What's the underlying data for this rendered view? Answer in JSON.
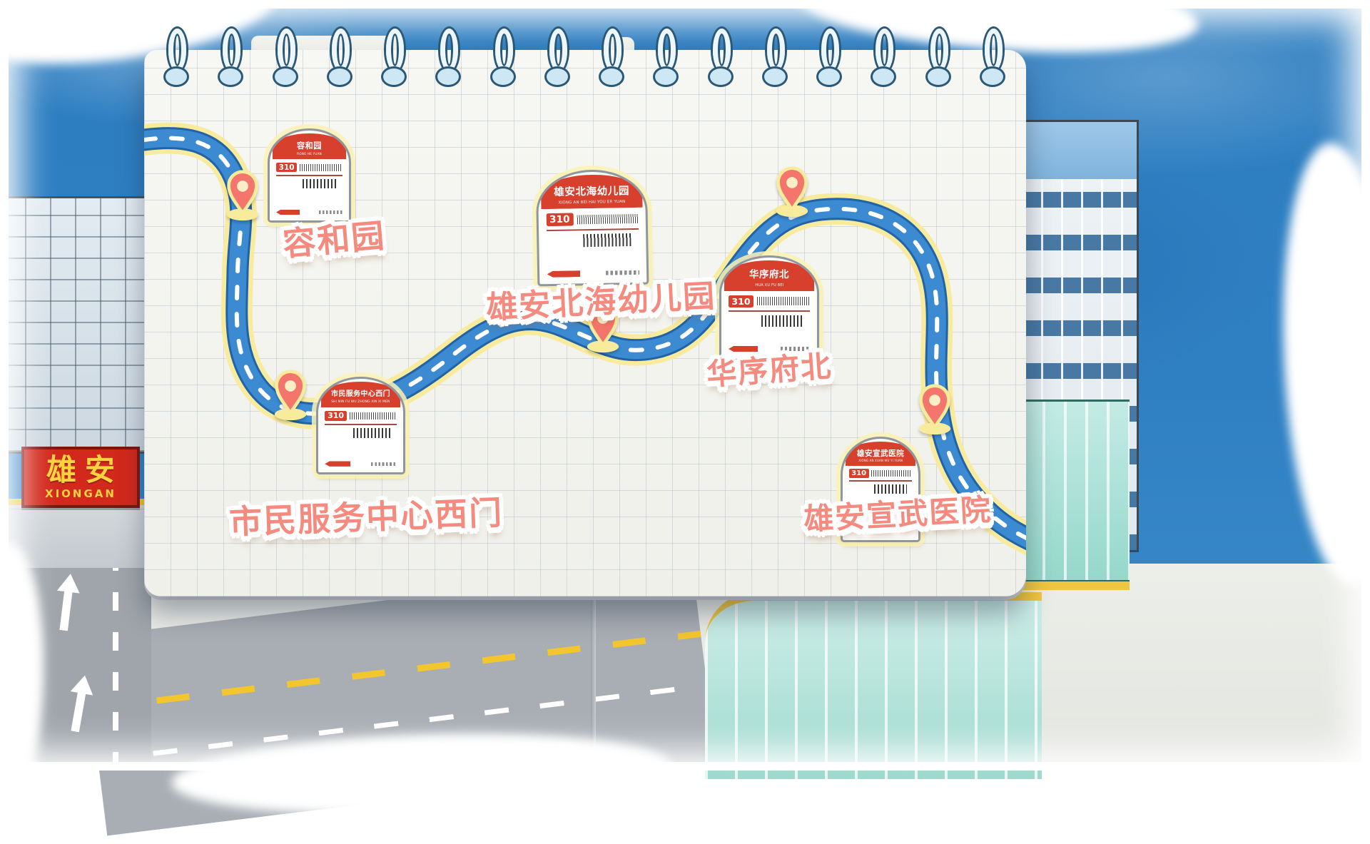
{
  "route": {
    "number": "310",
    "road_color": "#3b8ad2",
    "road_edge_color": "#2063a6",
    "halo_color": "#f8eb9d",
    "dash_color": "#ffffff"
  },
  "stops": [
    {
      "name": "容和园",
      "pinyin": "RONG HE YUAN",
      "route": "310",
      "label": "容和园"
    },
    {
      "name": "市民服务中心西门",
      "pinyin": "SHI MIN FU WU ZHONG XIN XI MEN",
      "route": "310",
      "label": "市民服务中心西门"
    },
    {
      "name": "雄安北海幼儿园",
      "pinyin": "XIONG AN BEI HAI YOU ER YUAN",
      "route": "310",
      "label": "雄安北海幼儿园"
    },
    {
      "name": "华序府北",
      "pinyin": "HUA XU FU BEI",
      "route": "310",
      "label": "华序府北"
    },
    {
      "name": "雄安宣武医院",
      "pinyin": "XIONG AN XUAN WU YI YUAN",
      "route": "310",
      "label": "雄安宣武医院"
    }
  ],
  "billboard": {
    "cn": "雄安",
    "en": "XIONGAN"
  },
  "paper": {
    "binding_count": 16
  },
  "colors": {
    "sign_header_red": "#d6402c",
    "pin_coral": "#f3756b",
    "pin_outline_yellow": "#f8ec9c",
    "label_coral": "#f58a7f",
    "billboard_red": "#d3281c",
    "billboard_yellow": "#ffd23f",
    "sky_blue": "#2f80c3",
    "paper_white": "#f5f5f0"
  }
}
